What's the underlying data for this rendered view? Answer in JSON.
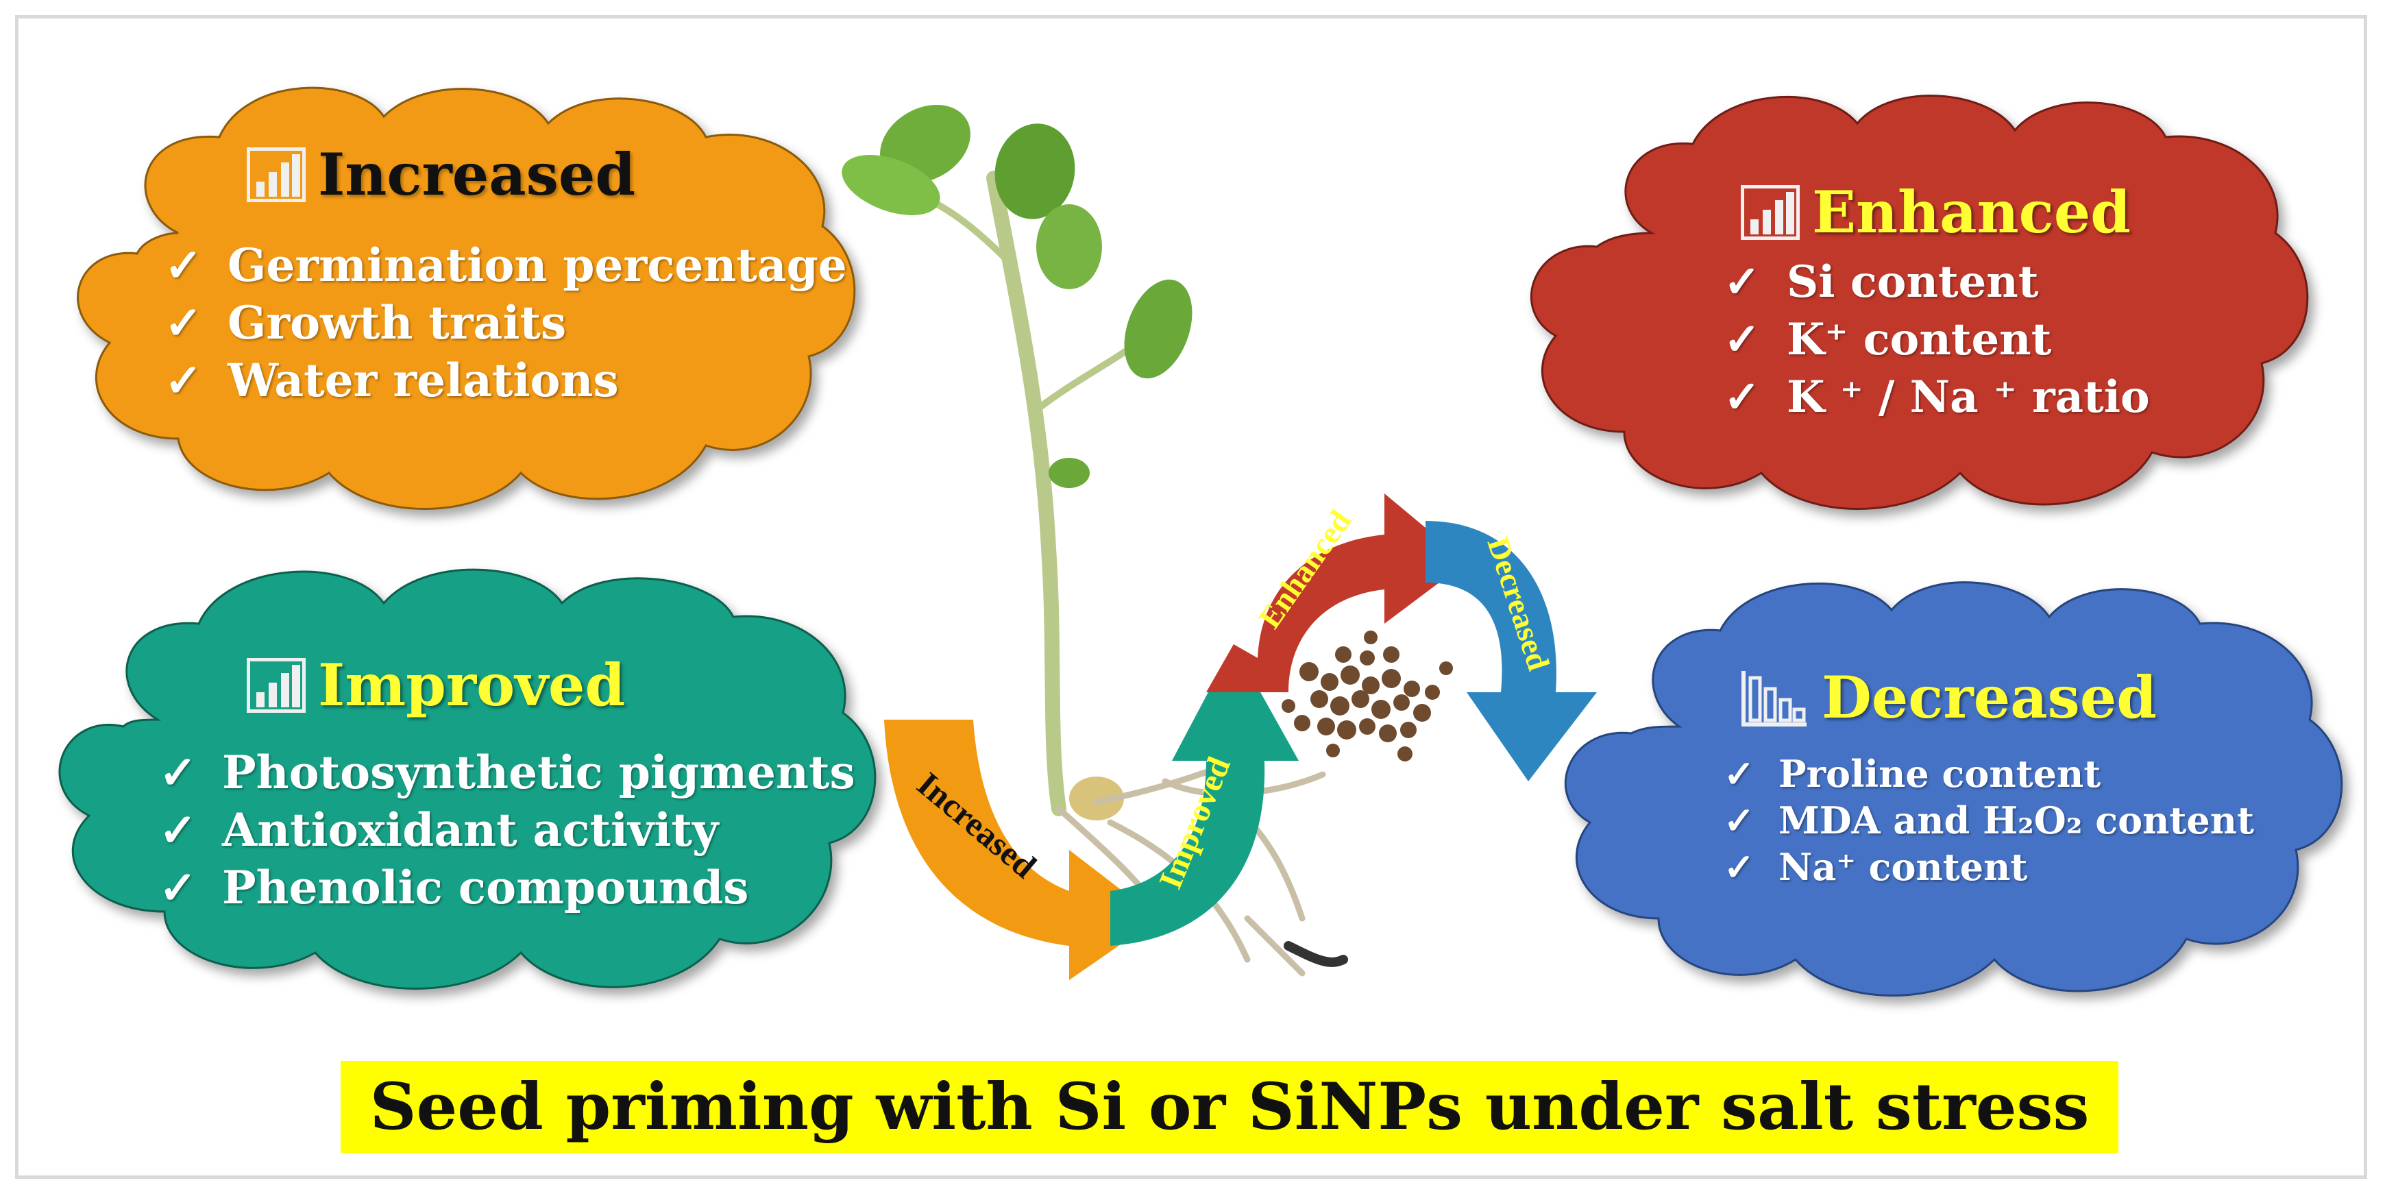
{
  "colors": {
    "orange": "#F29A12",
    "teal": "#16A085",
    "red": "#C0392B",
    "blue": "#4472C4",
    "banner": "#FFFF00",
    "title_yellow": "#FFFF33",
    "title_black": "#111111"
  },
  "clouds": {
    "increased": {
      "title": "Increased",
      "icon": "bar-chart-up-icon",
      "items": [
        "Germination percentage",
        "Growth traits",
        "Water relations"
      ]
    },
    "improved": {
      "title": "Improved",
      "icon": "bar-chart-up-icon",
      "items": [
        "Photosynthetic pigments",
        "Antioxidant activity",
        "Phenolic compounds"
      ]
    },
    "enhanced": {
      "title": "Enhanced",
      "icon": "bar-chart-up-icon",
      "items": [
        "Si content",
        "K⁺ content",
        "K ⁺ / Na ⁺ ratio"
      ]
    },
    "decreased": {
      "title": "Decreased",
      "icon": "bar-chart-down-icon",
      "items": [
        "Proline content",
        "MDA and H₂O₂ content",
        "Na⁺ content"
      ]
    }
  },
  "check_mark": "✓",
  "arrows": {
    "increased": "Increased",
    "improved": "Improved",
    "enhanced": "Enhanced",
    "decreased": "Decreased"
  },
  "banner": "Seed priming with Si or SiNPs under salt stress"
}
